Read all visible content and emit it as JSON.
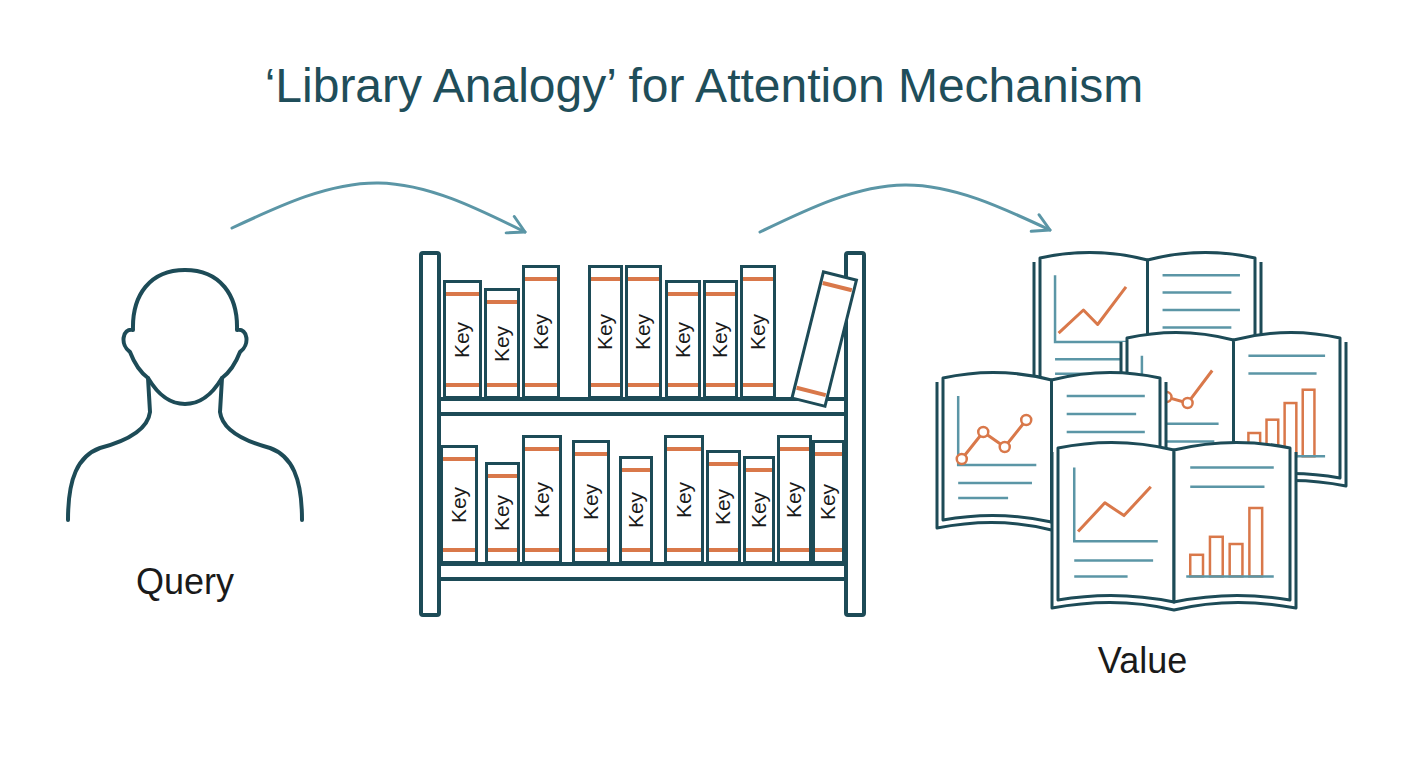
{
  "diagram": {
    "title": "‘Library Analogy’ for Attention Mechanism",
    "nodes": [
      {
        "text": [
          "Query"
        ]
      },
      {
        "text": []
      },
      {
        "text": [
          "Key"
        ],
        "in": 1
      },
      {
        "text": [
          "Key"
        ],
        "in": 1
      },
      {
        "text": [
          "Key"
        ],
        "in": 1
      },
      {
        "text": [
          "Key"
        ],
        "in": 1
      },
      {
        "text": [
          "Key"
        ],
        "in": 1
      },
      {
        "text": [
          "Key"
        ],
        "in": 1
      },
      {
        "text": [
          "Key"
        ],
        "in": 1
      },
      {
        "text": [
          "Key"
        ],
        "in": 1
      },
      {
        "text": [
          "Key"
        ],
        "in": 1
      },
      {
        "text": [
          "Key"
        ],
        "in": 1
      },
      {
        "text": [
          "Key"
        ],
        "in": 1
      },
      {
        "text": [
          "Key"
        ],
        "in": 1
      },
      {
        "text": [
          "Key"
        ],
        "in": 1
      },
      {
        "text": [
          "Key"
        ],
        "in": 1
      },
      {
        "text": [
          "Key"
        ],
        "in": 1
      },
      {
        "text": [
          "Key"
        ],
        "in": 1
      },
      {
        "text": [
          "Key"
        ],
        "in": 1
      },
      {
        "text": [
          "Key"
        ],
        "in": 1
      },
      {
        "text": [
          "Value"
        ]
      }
    ],
    "edges": [
      {
        "from": 0,
        "to": 1,
        "arrow": "to"
      },
      {
        "from": 1,
        "to": 20,
        "arrow": "to"
      }
    ]
  }
}
